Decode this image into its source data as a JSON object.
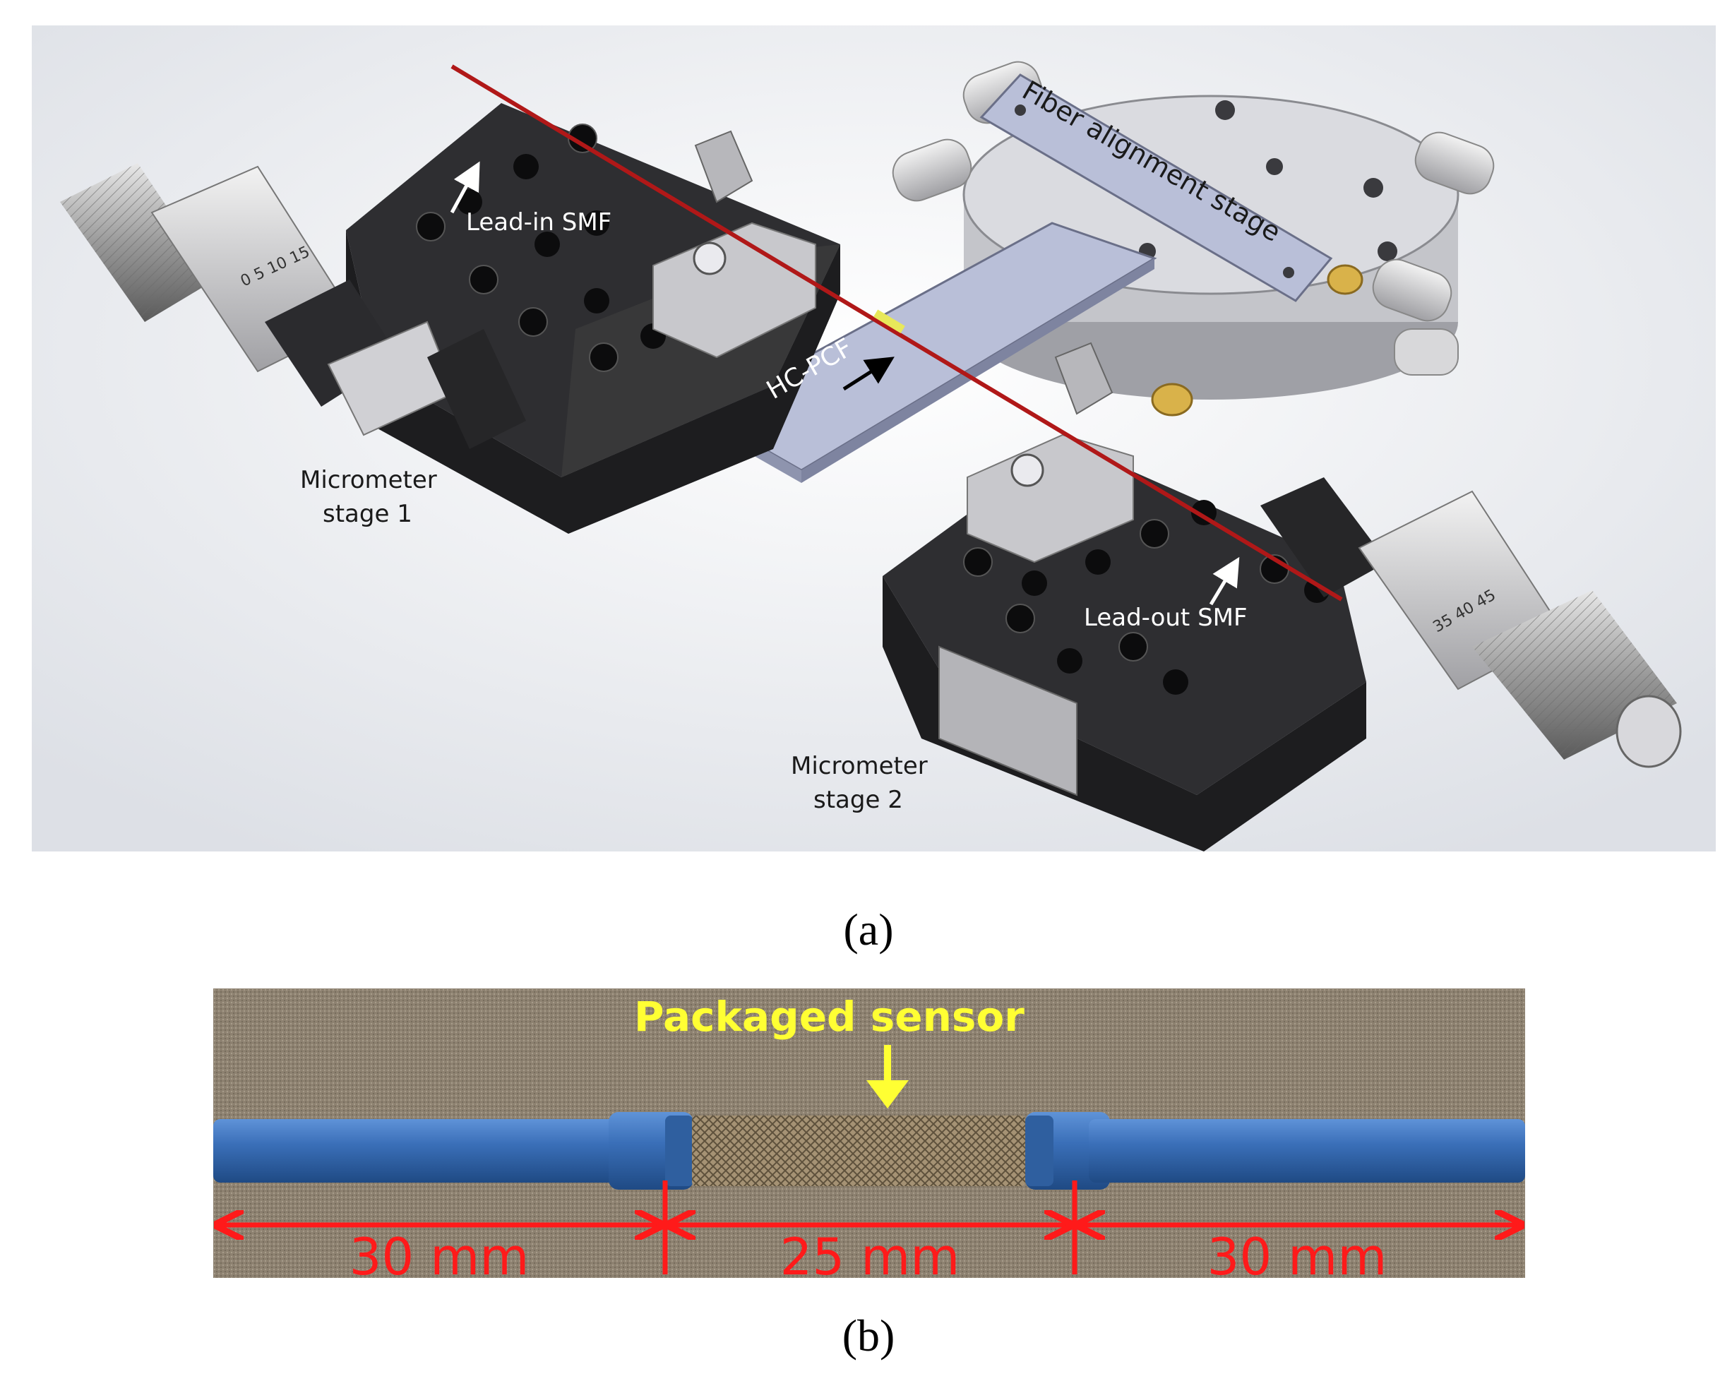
{
  "panel_a": {
    "labels": {
      "lead_in": "Lead-in SMF",
      "hc_pcf": "HC-PCF",
      "fiber_stage": "Fiber alignment stage",
      "stage1_line1": "Micrometer",
      "stage1_line2": "stage 1",
      "stage2_line1": "Micrometer",
      "stage2_line2": "stage 2",
      "lead_out": "Lead-out SMF"
    },
    "caption": "(a)"
  },
  "panel_b": {
    "title": "Packaged sensor",
    "dims": [
      "30 mm",
      "25 mm",
      "30 mm"
    ],
    "caption": "(b)"
  },
  "colors": {
    "fiber": "#b01818",
    "stage_dark": "#2a2a2c",
    "plate": "#b9bfd8",
    "cable_blue": "#3a6fb8",
    "dim_red": "#ff1a1a",
    "title_yellow": "#ffff33"
  }
}
